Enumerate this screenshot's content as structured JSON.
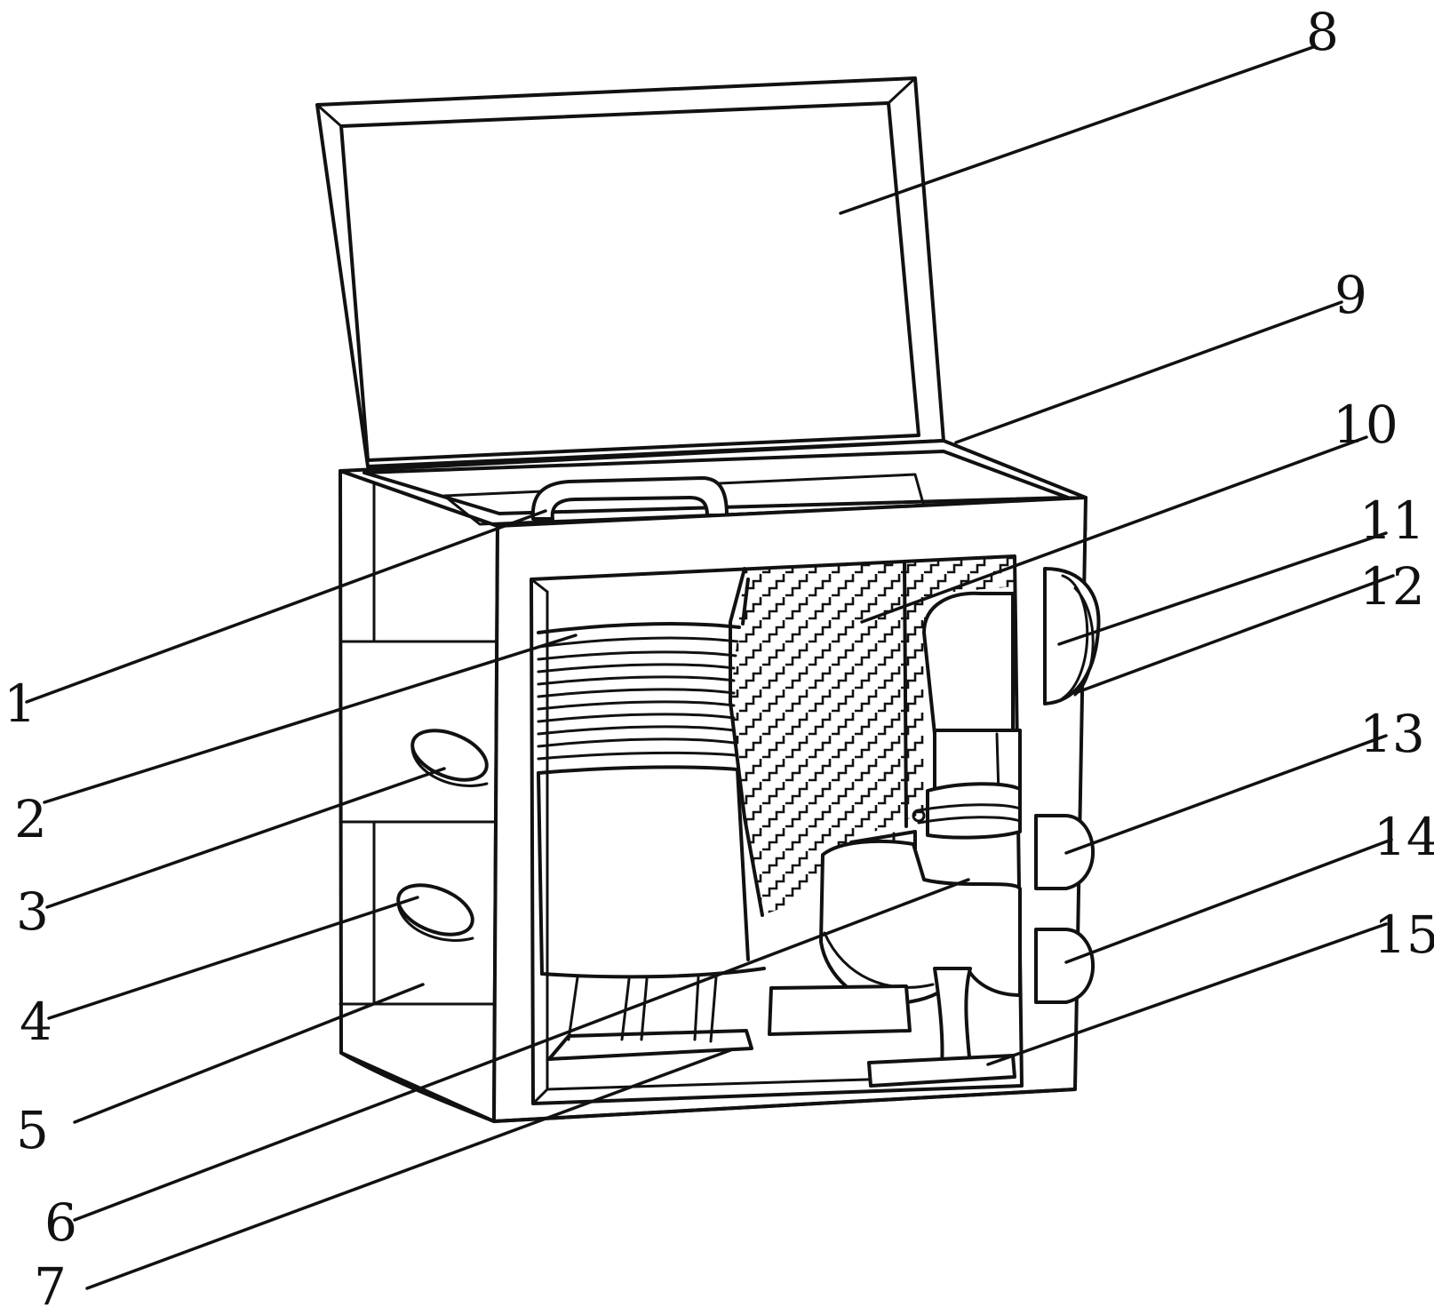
{
  "diagram": {
    "labels": [
      {
        "id": "1",
        "text": "1"
      },
      {
        "id": "2",
        "text": "2"
      },
      {
        "id": "3",
        "text": "3"
      },
      {
        "id": "4",
        "text": "4"
      },
      {
        "id": "5",
        "text": "5"
      },
      {
        "id": "6",
        "text": "6"
      },
      {
        "id": "7",
        "text": "7"
      },
      {
        "id": "8",
        "text": "8"
      },
      {
        "id": "9",
        "text": "9"
      },
      {
        "id": "10",
        "text": "10"
      },
      {
        "id": "11",
        "text": "11"
      },
      {
        "id": "12",
        "text": "12"
      },
      {
        "id": "13",
        "text": "13"
      },
      {
        "id": "14",
        "text": "14"
      },
      {
        "id": "15",
        "text": "15"
      }
    ]
  }
}
